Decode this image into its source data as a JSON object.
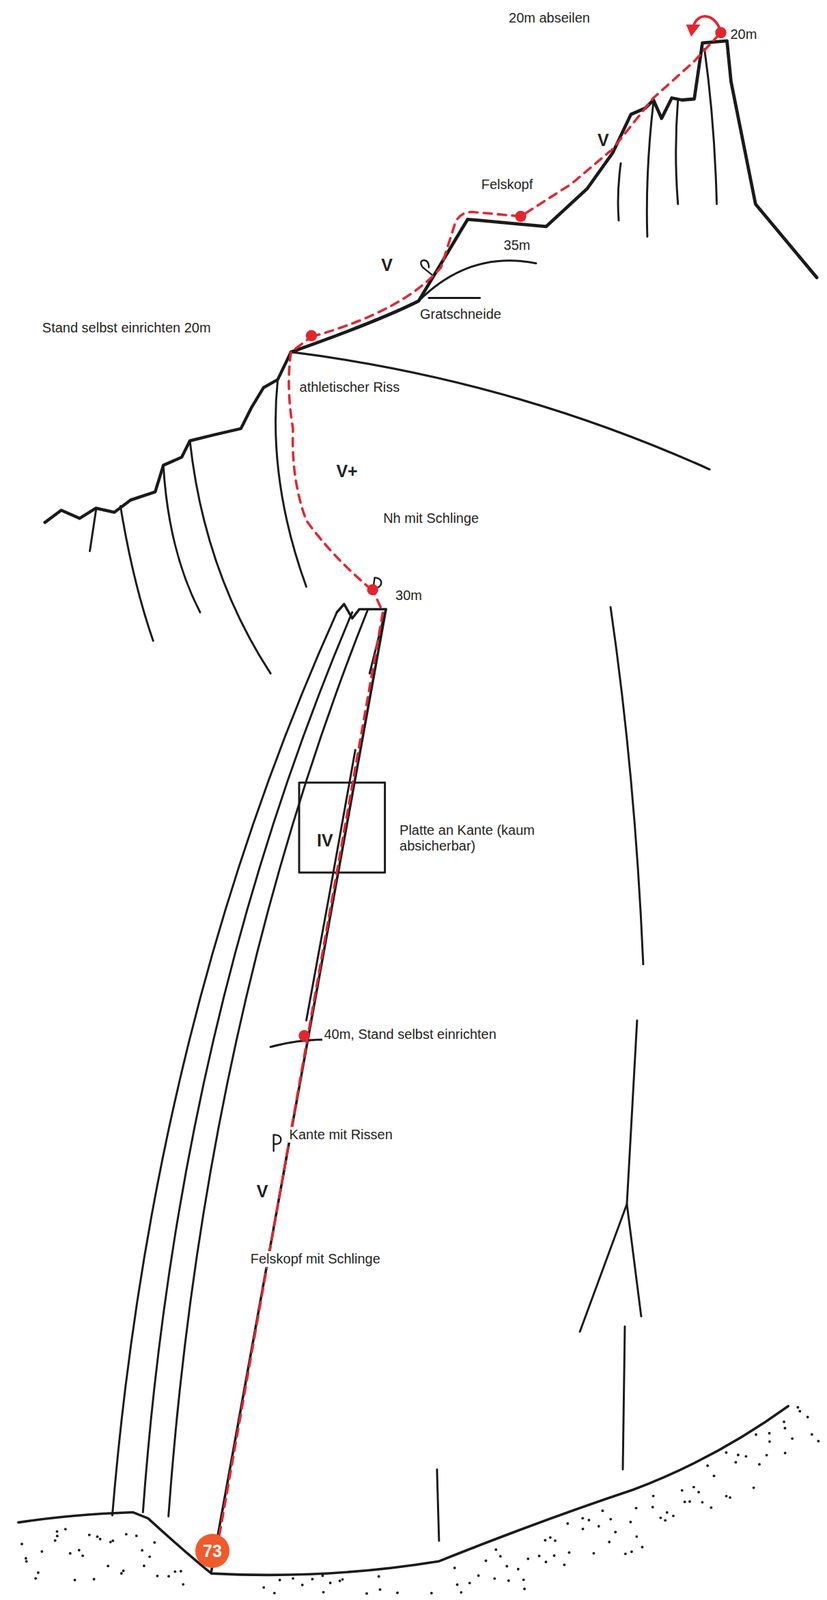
{
  "diagram": {
    "nodes": [
      {
        "text": [
          "73"
        ]
      }
    ],
    "labels": [
      "20m abseilen",
      "20m",
      "V",
      "Felskopf",
      "35m",
      "Stand selbst einrichten 20m",
      "V",
      "Gratschneide",
      "athletischer Riss",
      "V+",
      "Nh mit Schlinge",
      "30m",
      "IV",
      "Platte an Kante (kaum absicherbar)",
      "40m, Stand selbst einrichten",
      "Kante mit Rissen",
      "V",
      "Felskopf mit Schlinge"
    ]
  }
}
